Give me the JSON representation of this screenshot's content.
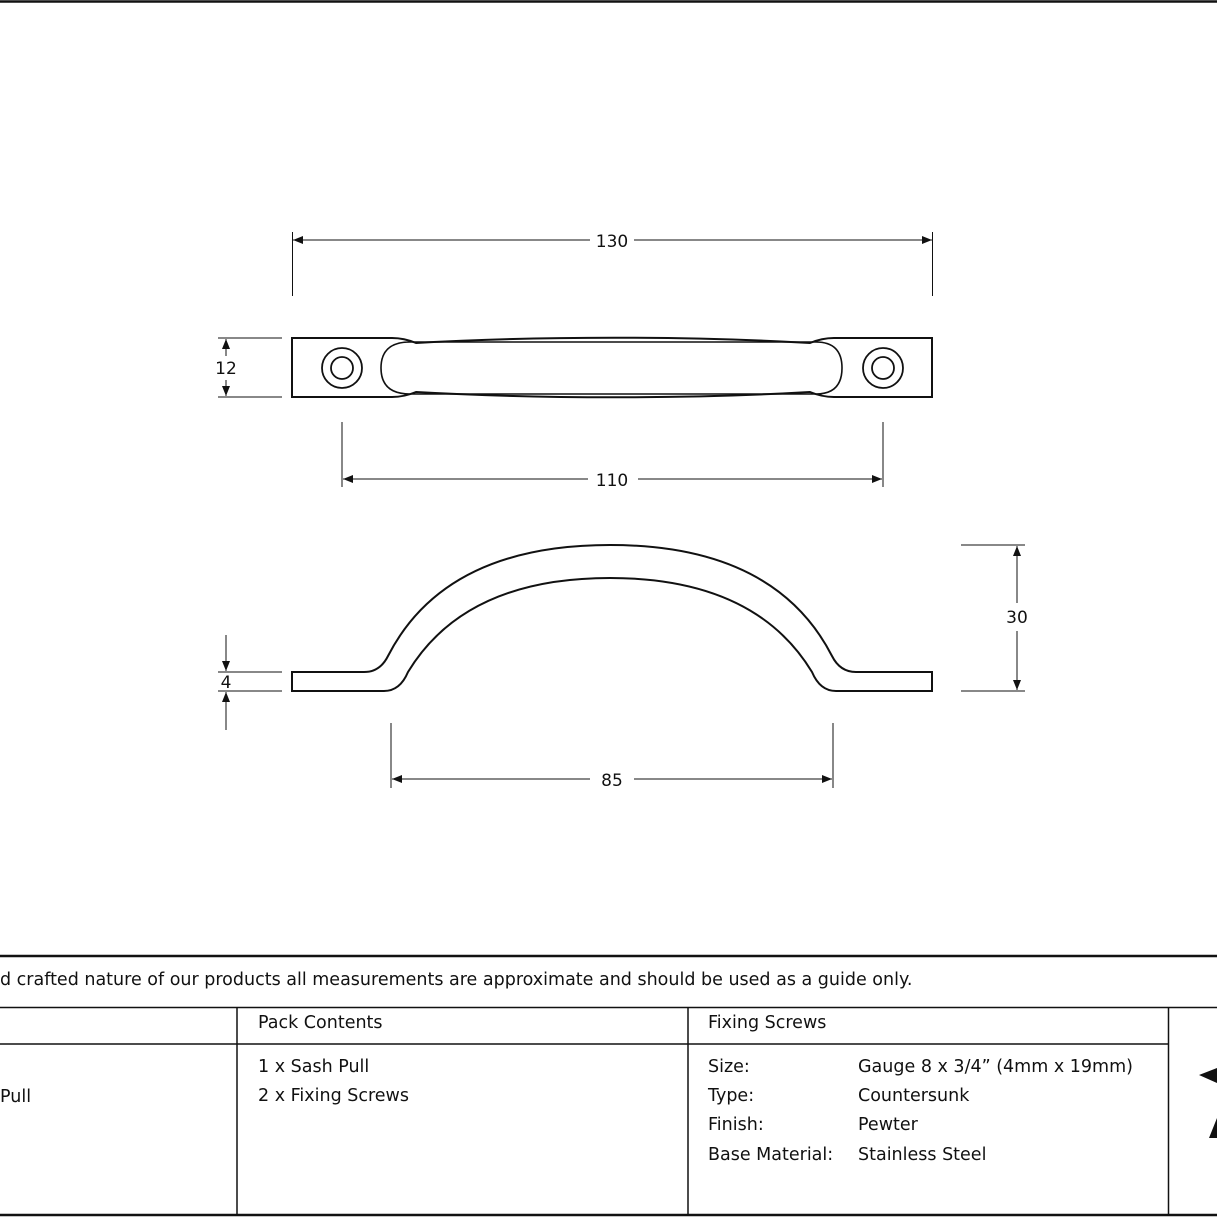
{
  "dimensions": {
    "overall_length": "130",
    "height": "12",
    "fixing_centres": "110",
    "projection": "30",
    "thickness": "4",
    "grip_width": "85"
  },
  "note": "d crafted nature of our products all measurements are approximate and should be used as a guide only.",
  "table": {
    "product_partial": "Pull",
    "pack_contents": {
      "header": "Pack Contents",
      "items": [
        "1 x Sash Pull",
        "2 x Fixing Screws"
      ]
    },
    "fixing_screws": {
      "header": "Fixing Screws",
      "rows": [
        {
          "label": "Size:",
          "value": "Gauge 8 x 3/4” (4mm x 19mm)"
        },
        {
          "label": "Type:",
          "value": "Countersunk"
        },
        {
          "label": "Finish:",
          "value": "Pewter"
        },
        {
          "label": "Base Material:",
          "value": "Stainless Steel"
        }
      ]
    }
  }
}
